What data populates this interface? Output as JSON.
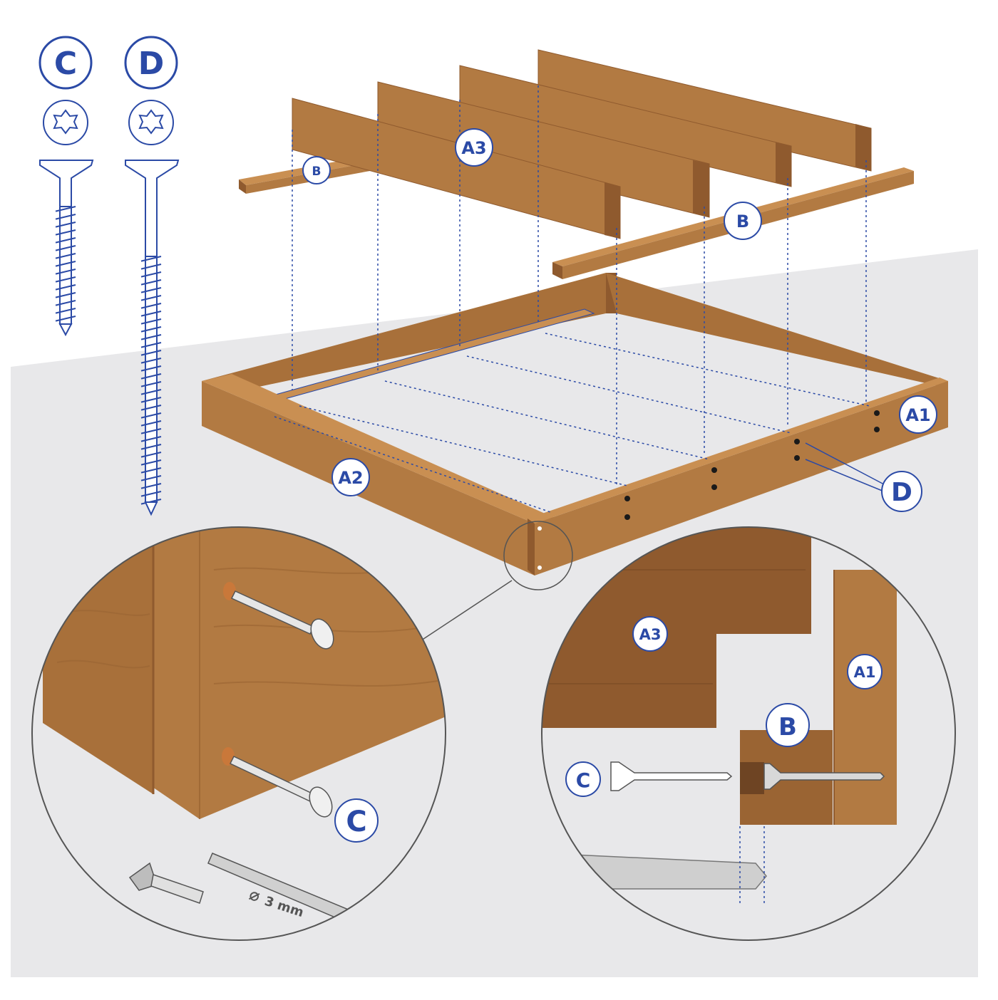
{
  "colors": {
    "label_blue": "#2b4aa6",
    "wood": "#b27a42",
    "wood_dark": "#8f5a2e",
    "wood_light": "#c98f52",
    "floor": "#e8e8ea",
    "metal": "#d8d8d8"
  },
  "screws": [
    {
      "letter": "C",
      "icon": "torx-head-icon"
    },
    {
      "letter": "D",
      "icon": "torx-head-icon"
    }
  ],
  "parts": {
    "frame_side": "A1",
    "frame_front": "A2",
    "slat": "A3",
    "batten": "B"
  },
  "detail_left": {
    "screw_label": "C",
    "drill_size": "3 mm",
    "drill_symbol": "⌀"
  },
  "detail_right": {
    "slat_label": "A3",
    "side_label": "A1",
    "batten_label": "B",
    "screw_label": "C"
  },
  "callout_screw": "D"
}
